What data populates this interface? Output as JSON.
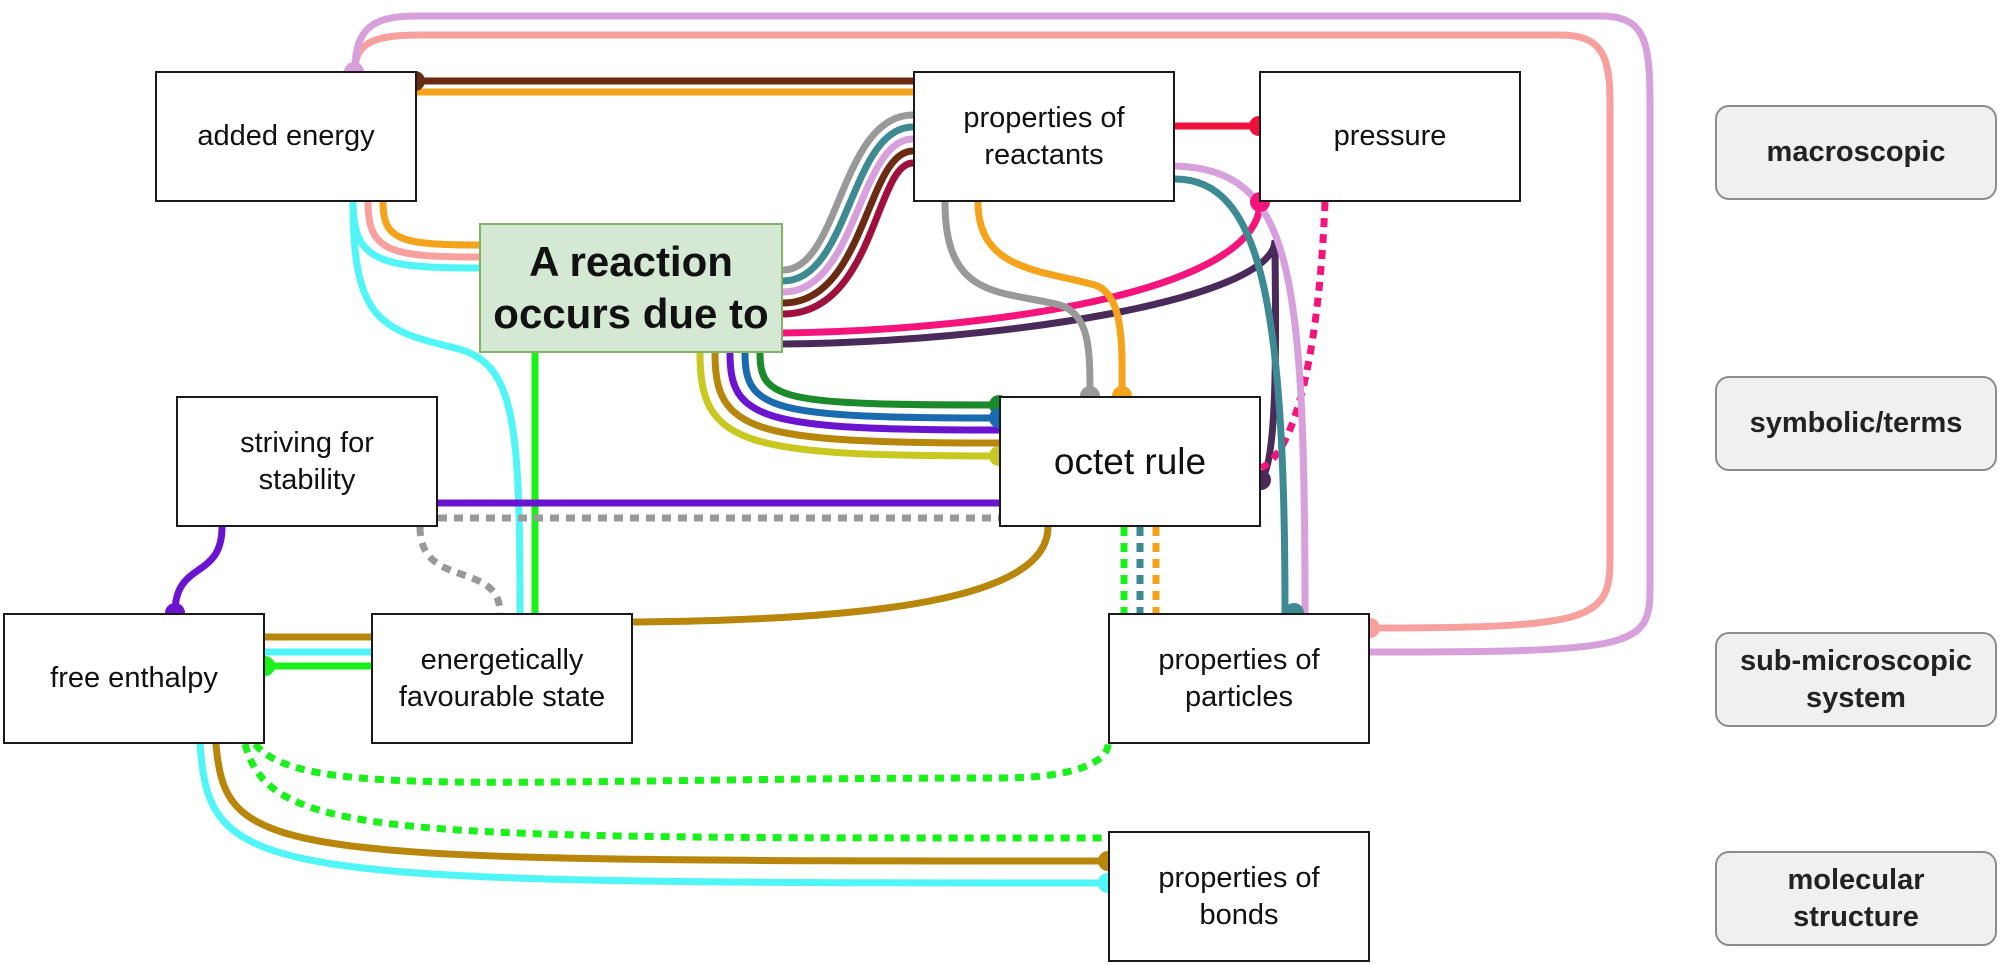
{
  "diagram": {
    "central": {
      "label": "A reaction\noccurs due to"
    },
    "nodes": {
      "added_energy": "added energy",
      "properties_of_reactants": "properties of\nreactants",
      "pressure": "pressure",
      "striving_for_stability": "striving for\nstability",
      "octet_rule": "octet rule",
      "free_enthalpy": "free enthalpy",
      "energetically_favourable_state": "energetically\nfavourable state",
      "properties_of_particles": "properties of\nparticles",
      "properties_of_bonds": "properties of\nbonds"
    },
    "levels": {
      "macroscopic": "macroscopic",
      "symbolic_terms": "symbolic/terms",
      "sub_microscopic": "sub-microscopic\nsystem",
      "molecular_structure": "molecular\nstructure"
    },
    "colors": {
      "brown": "#6b2a12",
      "orange": "#f5a31a",
      "pink_salmon": "#f7a09e",
      "lilac": "#d7a0dc",
      "cyan": "#4ff5f7",
      "gray": "#999999",
      "teal": "#3e8a92",
      "maroon": "#a0103c",
      "red": "#f0103c",
      "magenta": "#f5147c",
      "dark_purple": "#4a2a5a",
      "green": "#1a8a2a",
      "blue": "#1a6ab0",
      "violet": "#6a14d0",
      "gold": "#b8860b",
      "olive_yellow": "#c8c820",
      "bright_green": "#1af01a",
      "central_fill": "#d5e8d4",
      "central_border": "#82b366"
    }
  }
}
